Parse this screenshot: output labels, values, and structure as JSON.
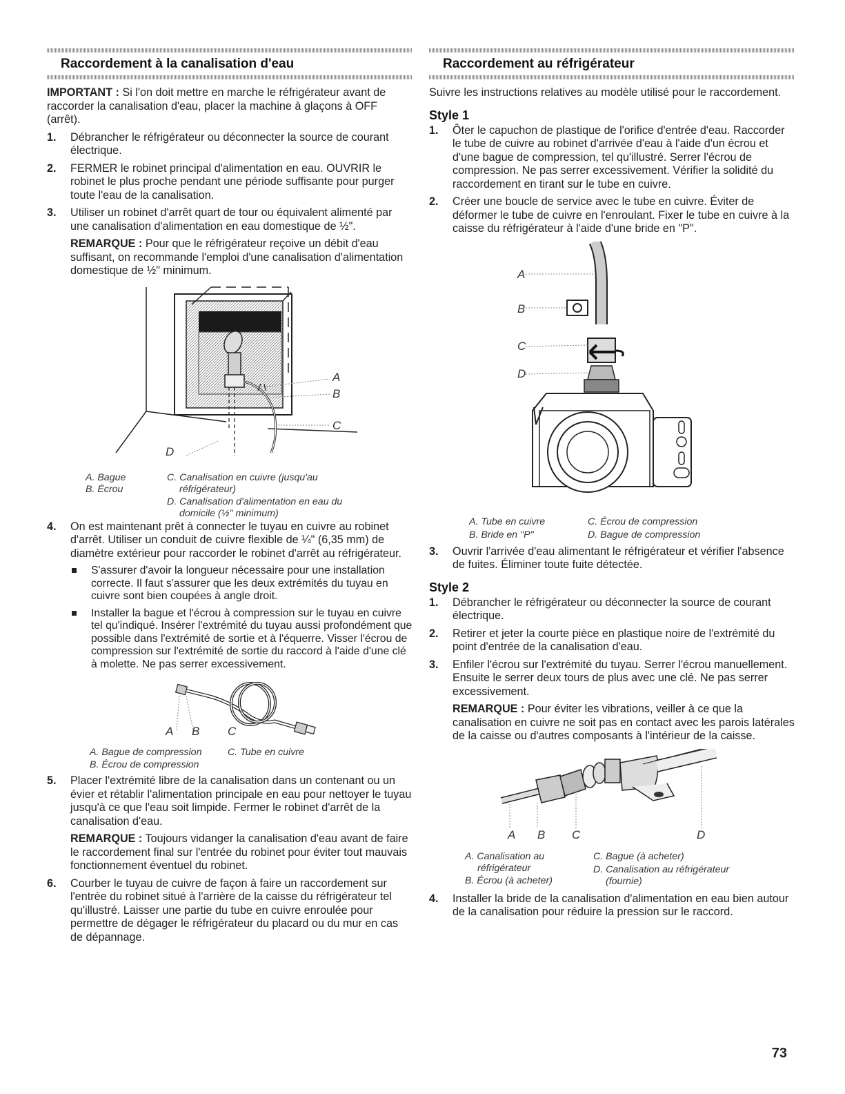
{
  "left": {
    "title": "Raccordement à la canalisation d'eau",
    "important_label": "IMPORTANT :",
    "important_text": " Si l'on doit mettre en marche le réfrigérateur avant de raccorder la canalisation d'eau, placer la machine à glaçons à OFF (arrêt).",
    "steps": [
      {
        "n": "1.",
        "text": "Débrancher le réfrigérateur ou déconnecter la source de courant électrique."
      },
      {
        "n": "2.",
        "text": "FERMER le robinet principal d'alimentation en eau. OUVRIR le robinet le plus proche pendant une période suffisante pour purger toute l'eau de la canalisation."
      },
      {
        "n": "3.",
        "text": "Utiliser un robinet d'arrêt quart de tour ou équivalent alimenté par une canalisation d'alimentation en eau domestique de ½\".",
        "note_label": "REMARQUE :",
        "note_text": " Pour que le réfrigérateur reçoive un débit d'eau suffisant, on recommande l'emploi d'une canalisation d'alimentation domestique de ½\" minimum."
      },
      {
        "n": "4.",
        "text": "On est maintenant prêt à connecter le tuyau en cuivre au robinet d'arrêt. Utiliser un conduit de cuivre flexible de ¼\" (6,35 mm) de diamètre extérieur pour raccorder le robinet d'arrêt au réfrigérateur."
      },
      {
        "n": "5.",
        "text": "Placer l'extrémité libre de la canalisation dans un contenant ou un évier et rétablir l'alimentation principale en eau pour nettoyer le tuyau jusqu'à ce que l'eau soit limpide. Fermer le robinet d'arrêt de la canalisation d'eau.",
        "note_label": "REMARQUE :",
        "note_text": " Toujours vidanger la canalisation d'eau avant de faire le raccordement final sur l'entrée du robinet pour éviter tout mauvais fonctionnement éventuel du robinet."
      },
      {
        "n": "6.",
        "text": "Courber le tuyau de cuivre de façon à faire un raccordement sur l'entrée du robinet situé à l'arrière de la caisse du réfrigérateur tel qu'illustré. Laisser une partie du tube en cuivre enroulée pour permettre de dégager le réfrigérateur du placard ou du mur en cas de dépannage."
      }
    ],
    "bullets": [
      "S'assurer d'avoir la longueur nécessaire pour une installation correcte. Il faut s'assurer que les deux extrémités du tuyau en cuivre sont bien coupées à angle droit.",
      "Installer la bague et l'écrou à compression sur le tuyau en cuivre tel qu'indiqué. Insérer l'extrémité du tuyau aussi profondément que possible dans l'extrémité de sortie et à l'équerre. Visser l'écrou de compression sur l'extrémité de sortie du raccord à l'aide d'une clé à molette. Ne pas serrer excessivement."
    ],
    "fig1": {
      "labels": [
        "A",
        "B",
        "C",
        "D"
      ],
      "cap_a": "A. Bague",
      "cap_b": "B. Écrou",
      "cap_c1": "C. Canalisation en cuivre (jusqu'au",
      "cap_c2": "réfrigérateur)",
      "cap_d1": "D. Canalisation d'alimentation en eau du",
      "cap_d2": "domicile (½\" minimum)"
    },
    "fig2": {
      "labels": [
        "A",
        "B",
        "C"
      ],
      "cap_a": "A. Bague de compression",
      "cap_b": "B. Écrou de compression",
      "cap_c": "C. Tube en cuivre"
    }
  },
  "right": {
    "title": "Raccordement au réfrigérateur",
    "intro": "Suivre les instructions relatives au modèle utilisé pour le raccordement.",
    "style1": "Style 1",
    "s1_steps": [
      {
        "n": "1.",
        "text": "Ôter le capuchon de plastique de l'orifice d'entrée d'eau. Raccorder le tube de cuivre au robinet d'arrivée d'eau à l'aide d'un écrou et d'une bague de compression, tel qu'illustré. Serrer l'écrou de compression. Ne pas serrer excessivement. Vérifier la solidité du raccordement en tirant sur le tube en cuivre."
      },
      {
        "n": "2.",
        "text": "Créer une boucle de service avec le tube en cuivre. Éviter de déformer le tube de cuivre en l'enroulant. Fixer le tube en cuivre à la caisse du réfrigérateur à l'aide d'une bride en \"P\"."
      },
      {
        "n": "3.",
        "text": "Ouvrir l'arrivée d'eau alimentant le réfrigérateur et vérifier l'absence de fuites. Éliminer toute fuite détectée."
      }
    ],
    "fig3": {
      "labels": [
        "A",
        "B",
        "C",
        "D"
      ],
      "cap_a": "A. Tube en cuivre",
      "cap_b": "B. Bride en \"P\"",
      "cap_c": "C. Écrou de compression",
      "cap_d": "D. Bague de compression"
    },
    "style2": "Style 2",
    "s2_steps": [
      {
        "n": "1.",
        "text": "Débrancher le réfrigérateur ou déconnecter la source de courant électrique."
      },
      {
        "n": "2.",
        "text": "Retirer et jeter la courte pièce en plastique noire de l'extrémité du point d'entrée de la canalisation d'eau."
      },
      {
        "n": "3.",
        "text": "Enfiler l'écrou sur l'extrémité du tuyau. Serrer l'écrou manuellement. Ensuite le serrer deux tours de plus avec une clé. Ne pas serrer excessivement.",
        "note_label": "REMARQUE :",
        "note_text": " Pour éviter les vibrations, veiller à ce que la canalisation en cuivre ne soit pas en contact avec les parois latérales de la caisse ou d'autres composants à l'intérieur de la caisse."
      },
      {
        "n": "4.",
        "text": "Installer la bride de la canalisation d'alimentation en eau bien autour de la canalisation pour réduire la pression sur le raccord."
      }
    ],
    "fig4": {
      "labels": [
        "A",
        "B",
        "C",
        "D"
      ],
      "cap_a1": "A. Canalisation au",
      "cap_a2": "réfrigérateur",
      "cap_b": "B. Écrou (à acheter)",
      "cap_c": "C. Bague (à acheter)",
      "cap_d1": "D. Canalisation au réfrigérateur",
      "cap_d2": "(fournie)"
    }
  },
  "page_number": "73"
}
